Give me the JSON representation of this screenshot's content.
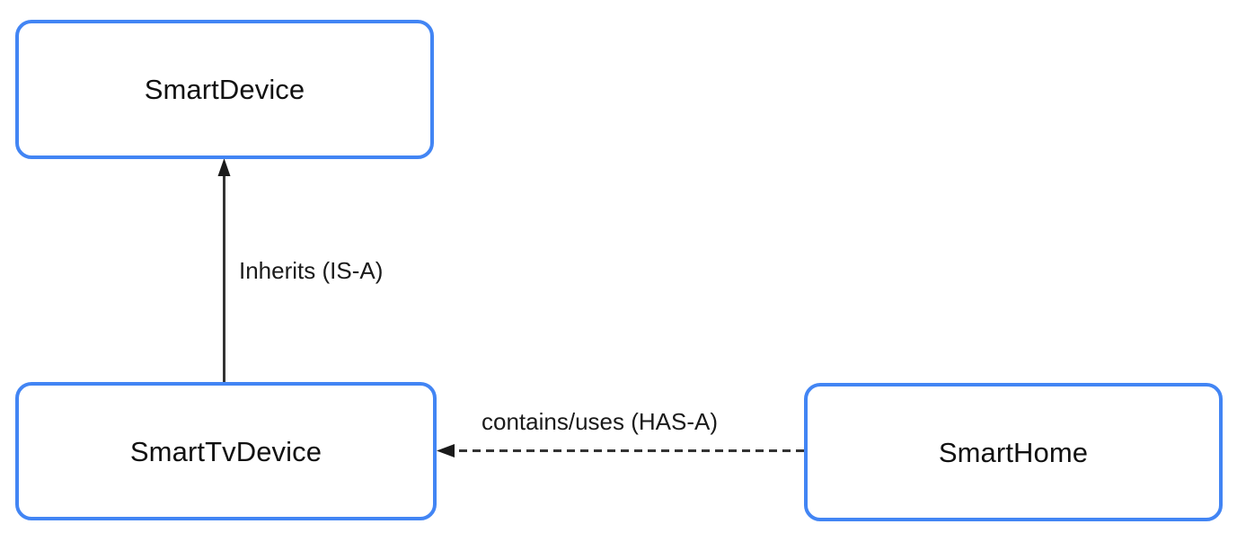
{
  "diagram": {
    "type": "class-relationship-diagram",
    "background_color": "#ffffff",
    "node_border_color": "#4285f4",
    "node_fill_color": "#ffffff",
    "edge_color": "#333333",
    "nodes": [
      {
        "id": "smartdevice",
        "label": "SmartDevice"
      },
      {
        "id": "smarttvdevice",
        "label": "SmartTvDevice"
      },
      {
        "id": "smarthome",
        "label": "SmartHome"
      }
    ],
    "edges": [
      {
        "id": "inherits",
        "label": "Inherits (IS-A)",
        "from": "SmartTvDevice",
        "to": "SmartDevice",
        "style": "solid",
        "arrowhead": "filled-triangle",
        "direction": "up"
      },
      {
        "id": "contains",
        "label": "contains/uses (HAS-A)",
        "from": "SmartHome",
        "to": "SmartTvDevice",
        "style": "dashed",
        "arrowhead": "filled-triangle",
        "direction": "left"
      }
    ]
  }
}
